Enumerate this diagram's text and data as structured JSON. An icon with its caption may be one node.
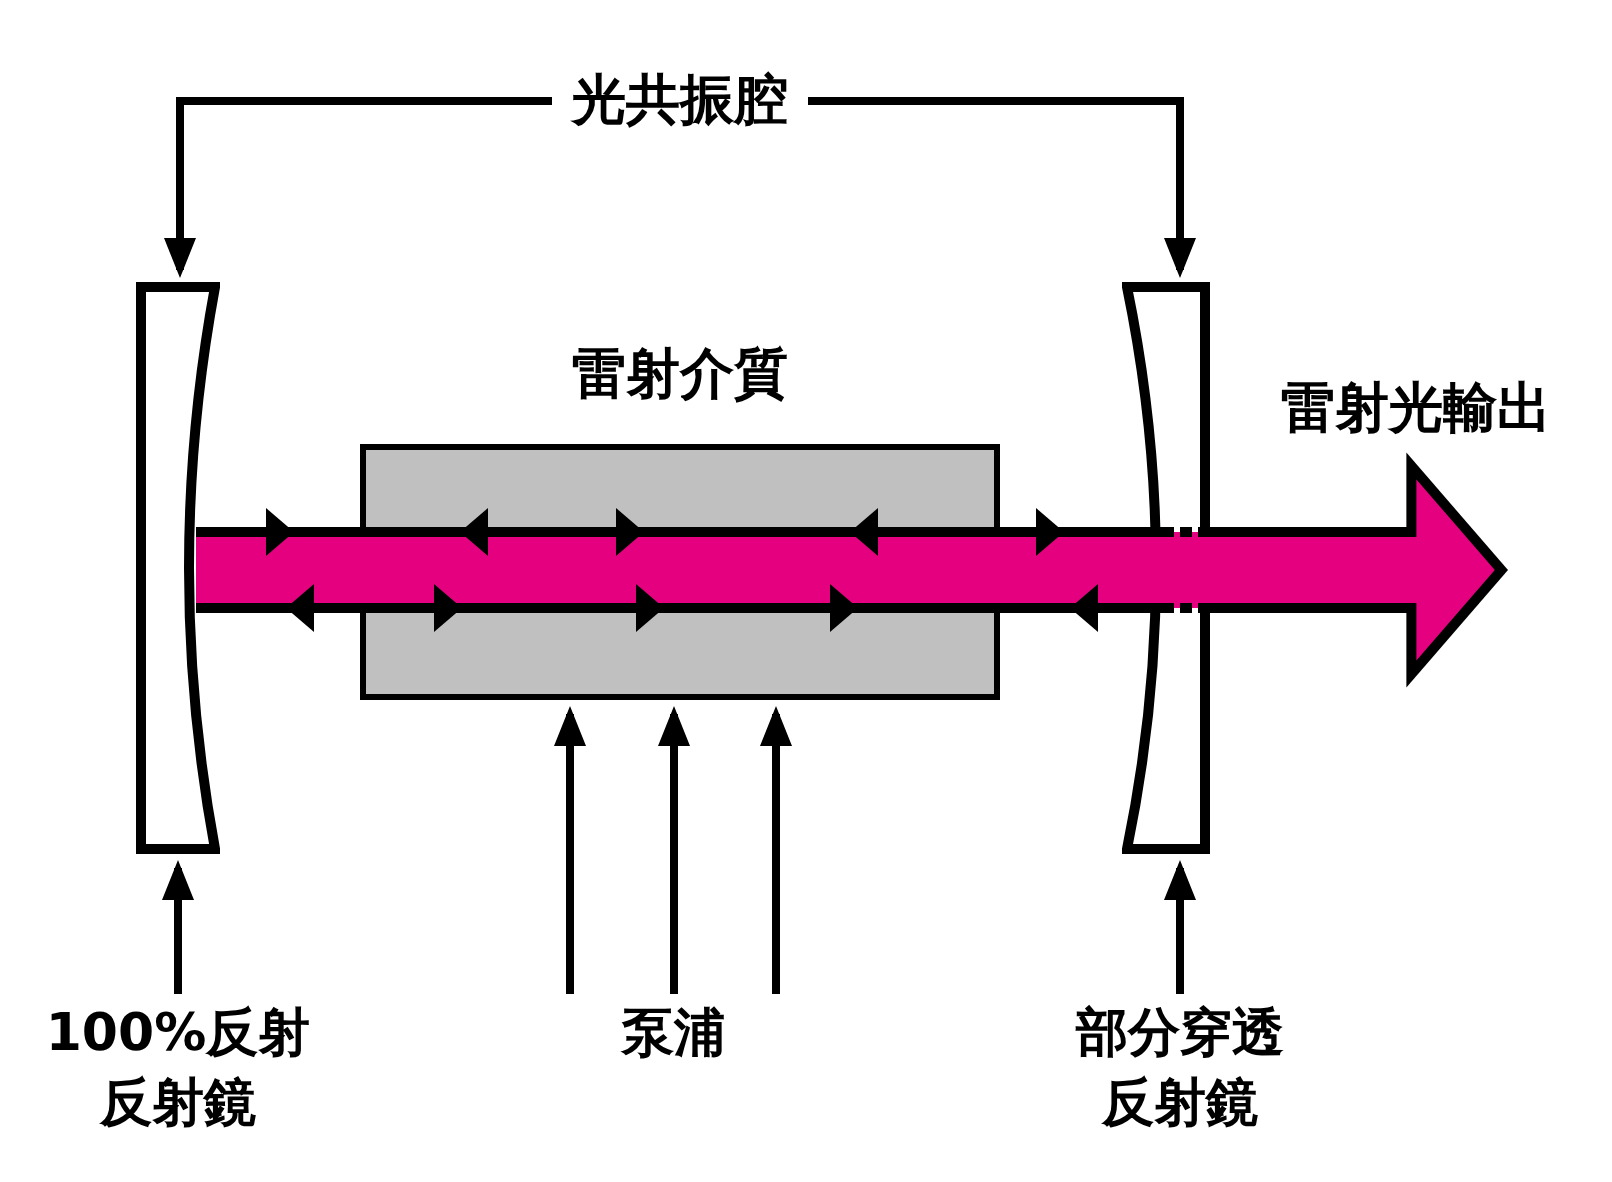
{
  "diagram": {
    "nodes": [
      {
        "text": [
          "光共振腔"
        ]
      },
      {
        "text": [],
        "shape": "mirror"
      },
      {
        "text": [],
        "shape": "mirror"
      },
      {
        "text": [
          "雷射介質"
        ]
      },
      {
        "text": [],
        "shape": "bar"
      },
      {
        "text": [
          "100%反射反射鏡"
        ]
      },
      {
        "text": [
          "泵浦"
        ]
      },
      {
        "text": [
          "部分穿透反射鏡"
        ]
      }
    ],
    "edges": [
      {
        "from": 0,
        "to": 1,
        "arrow": "to"
      },
      {
        "from": 0,
        "to": 2,
        "arrow": "to"
      },
      {
        "from": 5,
        "to": 1,
        "arrow": "to"
      },
      {
        "from": 6,
        "to": 3,
        "arrow": "to"
      },
      {
        "from": 6,
        "to": 3,
        "arrow": "to"
      },
      {
        "from": 6,
        "to": 3,
        "arrow": "to"
      },
      {
        "from": 7,
        "to": 2,
        "arrow": "to"
      },
      {
        "from": 4,
        "to": null,
        "arrow": "to",
        "style": "thick",
        "color": "#e4007f"
      }
    ],
    "labels": [
      "雷射光輸出"
    ]
  }
}
